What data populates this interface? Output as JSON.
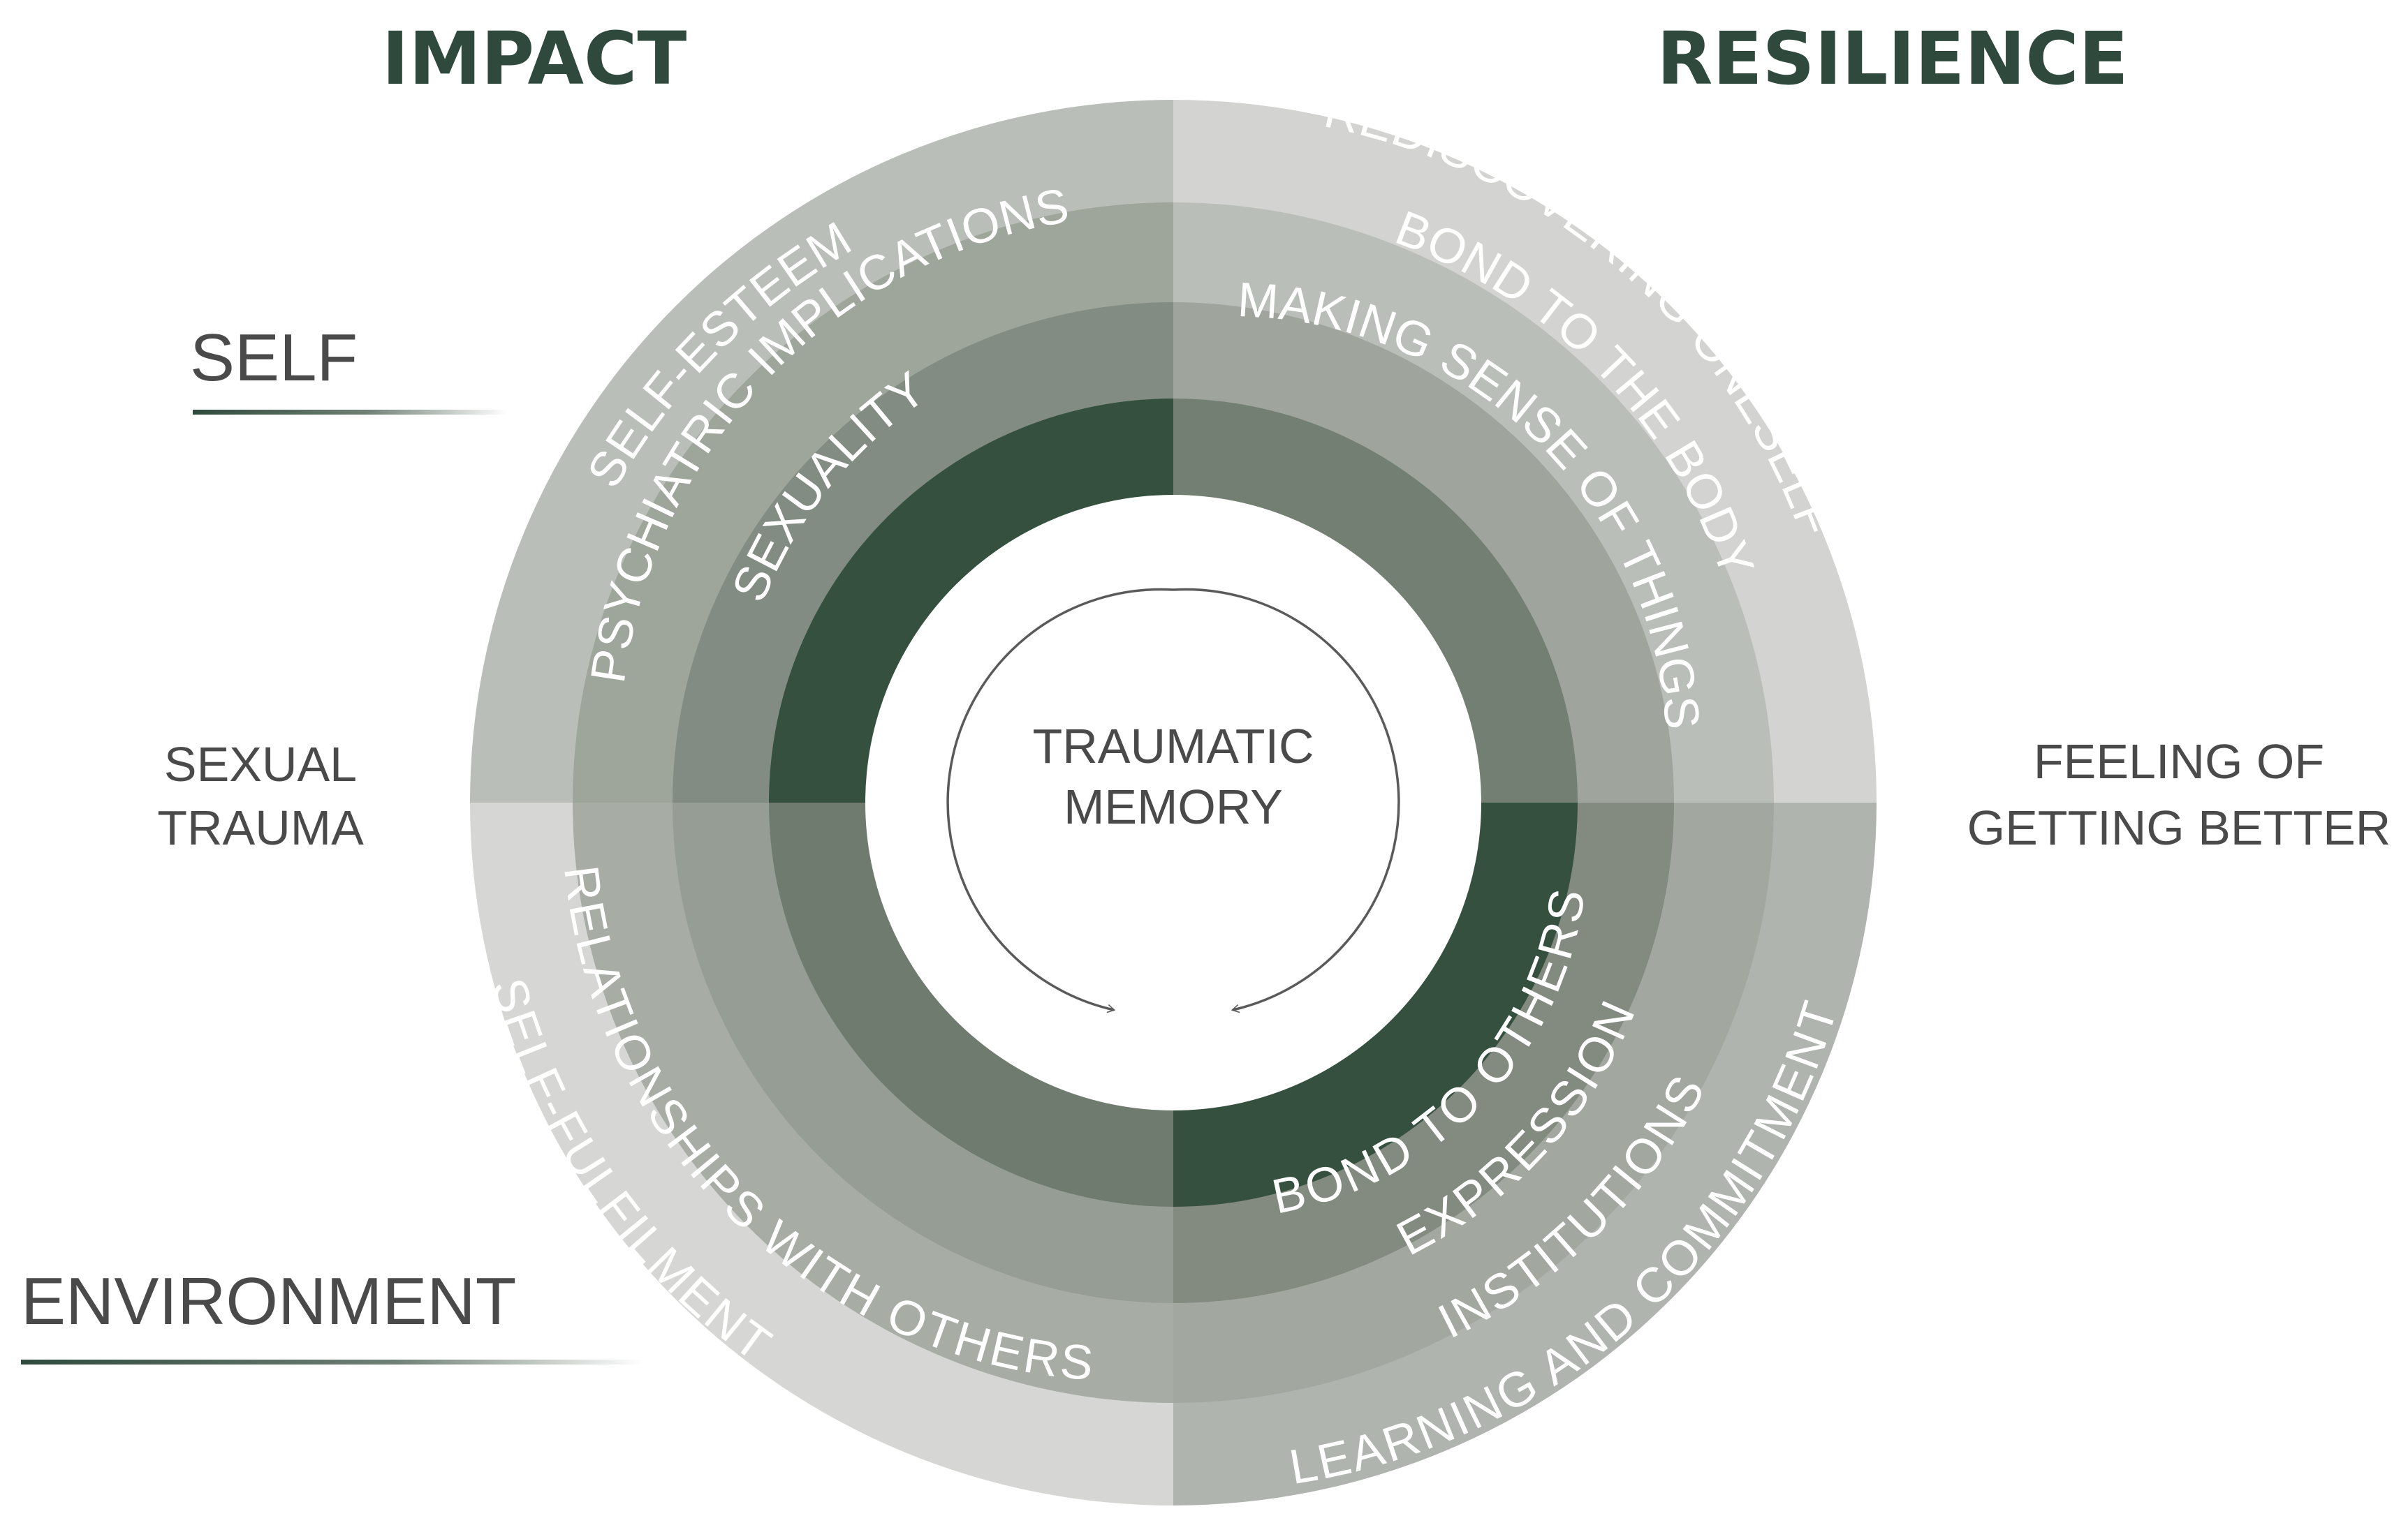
{
  "headings": {
    "impact": "IMPACT",
    "resilience": "RESILIENCE",
    "self": "SELF",
    "environment": "ENVIRONMENT"
  },
  "side_labels": {
    "left": [
      "SEXUAL",
      "TRAUMA"
    ],
    "right": [
      "FEELING OF",
      "GETTING BETTER"
    ]
  },
  "center": [
    "TRAUMATIC",
    "MEMORY"
  ],
  "quadrants": {
    "self_impact": {
      "outer": "SELF-ESTEEM",
      "middle": "PSYCHIATRIC IMPLICATIONS",
      "inner": "SEXUALITY"
    },
    "self_resilience": {
      "outer": "REDISCOVERING ONESELF",
      "middle": "BOND TO THE BODY",
      "inner": "MAKING SENSE OF THINGS"
    },
    "environment_impact": {
      "outer": "SELF-FULFILMENT",
      "inner": "RELATIONSHIPS WITH OTHERS"
    },
    "environment_resilience": {
      "outer": "LEARNING AND COMMITMENT",
      "ring3": "INSTITUTIONS",
      "ring2": "EXPRESSION",
      "inner": "BOND TO OTHERS"
    }
  },
  "colors": {
    "heading": "#2f4a3c",
    "text_dark": "#4a4a4a",
    "ring_text": "#ffffff",
    "q1": [
      "#b9bfb8",
      "#9ea59b",
      "#838c82",
      "#35503f"
    ],
    "q2": [
      "#d3d4d1",
      "#babeb8",
      "#9fa59c",
      "#747f74"
    ],
    "q3": [
      "#d6d7d4",
      "#a7ada5",
      "#969d94",
      "#707b70"
    ],
    "q4": [
      "#b0b4ae",
      "#a2a8a0",
      "#838b81",
      "#35503f"
    ]
  }
}
